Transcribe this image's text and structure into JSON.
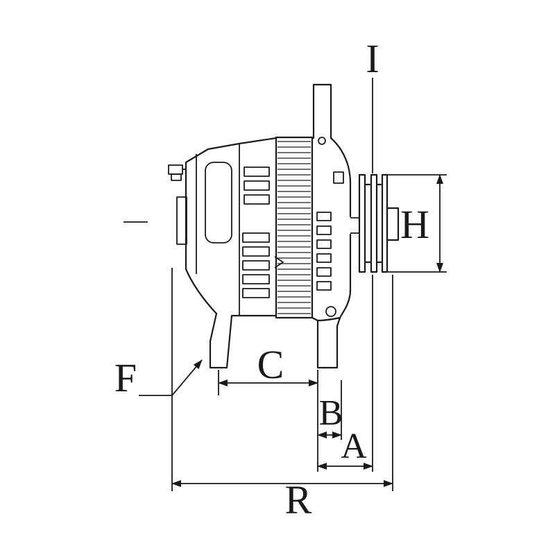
{
  "labels": {
    "I": "I",
    "H": "H",
    "F": "F",
    "C": "C",
    "B": "B",
    "A": "A",
    "R": "R"
  },
  "colors": {
    "line": "#1a1a1a",
    "background": "#ffffff"
  }
}
